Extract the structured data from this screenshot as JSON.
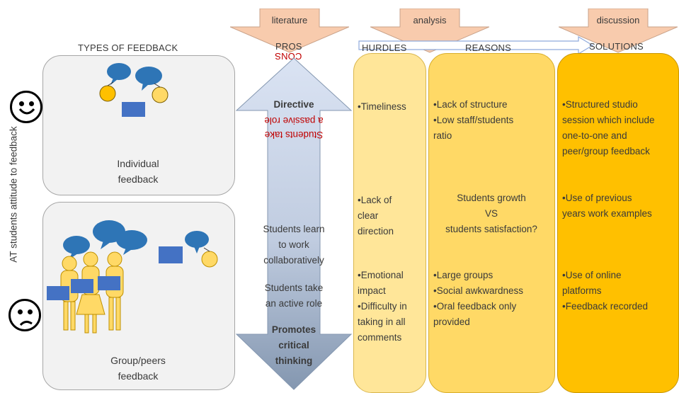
{
  "header": {
    "stage1": "literature",
    "stage2": "analysis",
    "stage3": "discussion"
  },
  "columns": {
    "types": "TYPES OF FEEDBACK",
    "pros": "PROS",
    "cons": "CONS",
    "hurdles": "HURDLES",
    "reasons": "REASONS",
    "solutions": "SOLUTIONS"
  },
  "side_label": "AT students attitude to feedback",
  "panels": {
    "individual": [
      "Individual",
      "feedback"
    ],
    "group": [
      "Group/peers",
      "feedback"
    ]
  },
  "arrow": {
    "directive": "Directive",
    "passive": [
      "Students take",
      "a passive role"
    ],
    "learn": [
      "Students learn",
      "to work",
      "collaboratively"
    ],
    "active": [
      "Students take",
      "an active role"
    ],
    "promotes": [
      "Promotes",
      "critical",
      "thinking"
    ]
  },
  "hurdles": {
    "h1": [
      "•Timeliness"
    ],
    "h2": [
      "•Lack of",
      "clear",
      "direction"
    ],
    "h3": [
      "•Emotional",
      "impact",
      "•Difficulty in",
      "taking in all",
      "comments"
    ]
  },
  "reasons": {
    "r1": [
      "•Lack of structure",
      "•Low staff/students",
      "ratio"
    ],
    "r2": [
      "Students growth",
      "VS",
      "students satisfaction?"
    ],
    "r3": [
      "•Large groups",
      "•Social awkwardness",
      "•Oral feedback only",
      "provided"
    ]
  },
  "solutions": {
    "s1": [
      "•Structured studio",
      "session which include",
      "one-to-one and",
      "peer/group feedback"
    ],
    "s2": [
      "•Use of previous",
      "years work examples"
    ],
    "s3": [
      "•Use of online",
      "platforms",
      "•Feedback recorded"
    ]
  },
  "colors": {
    "header_arrow": "#f8cbad",
    "hurdles_fill": "#ffe699",
    "reasons_fill": "#ffd966",
    "solutions_fill": "#ffc000",
    "panel_fill": "#f2f2f2",
    "person_fill": "#ffd966",
    "bubble_fill": "#2e75b6",
    "rect_fill": "#4472c4",
    "arrow_top": "#d6dce5",
    "arrow_bottom": "#8497b0"
  }
}
